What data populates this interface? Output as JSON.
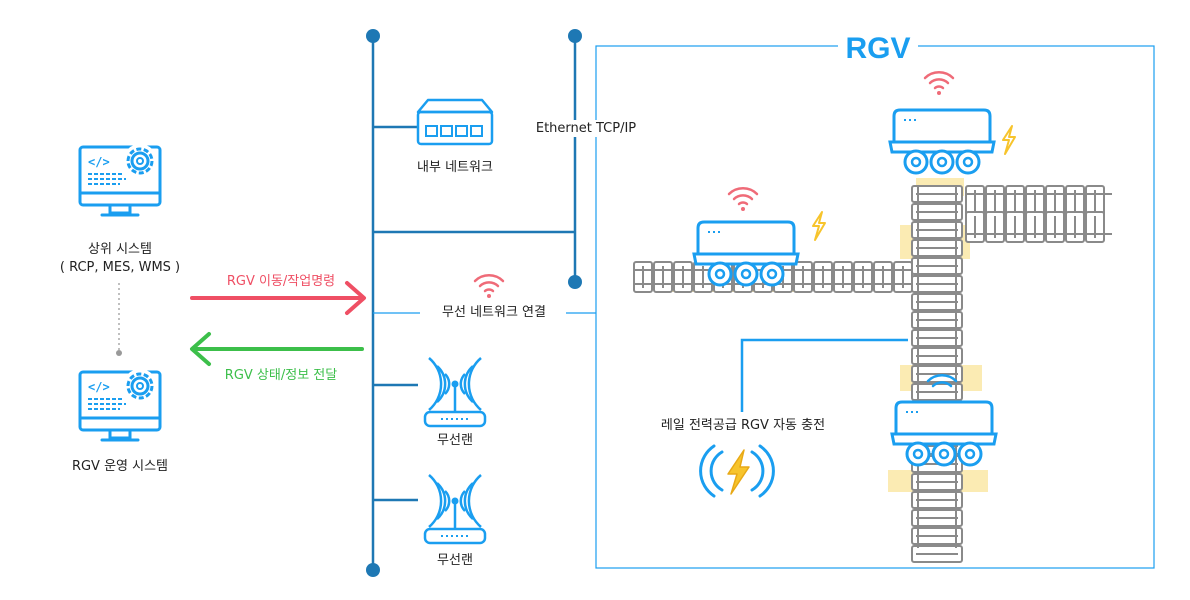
{
  "rgv_box": {
    "title": "RGV"
  },
  "systems": {
    "upper": {
      "name": "상위 시스템",
      "sub": "( RCP, MES, WMS )"
    },
    "operation": {
      "name": "RGV 운영 시스템"
    }
  },
  "arrows": {
    "command": "RGV 이동/작업명령",
    "status": "RGV 상태/정보 전달"
  },
  "network": {
    "internal": "내부 네트워크",
    "ethernet": "Ethernet TCP/IP",
    "wireless_link": "무선 네트워크 연결",
    "wlan1": "무선랜",
    "wlan2": "무선랜"
  },
  "charging": {
    "label": "레일 전력공급 RGV 자동 충전"
  },
  "colors": {
    "blue": "#1a9ef0",
    "bus": "#1e78b4",
    "red_arrow": "#ef4f64",
    "green_arrow": "#3cbf4a",
    "wifi": "#ef6b78",
    "bolt": "#f7c42c",
    "rail": "#8a8a8a",
    "highlight": "#fbe8a6"
  },
  "icons": [
    "computer-gear-icon",
    "switch-icon",
    "access-point-icon",
    "wifi-icon",
    "lightning-icon",
    "rgv-vehicle-icon",
    "rail-track-icon"
  ]
}
